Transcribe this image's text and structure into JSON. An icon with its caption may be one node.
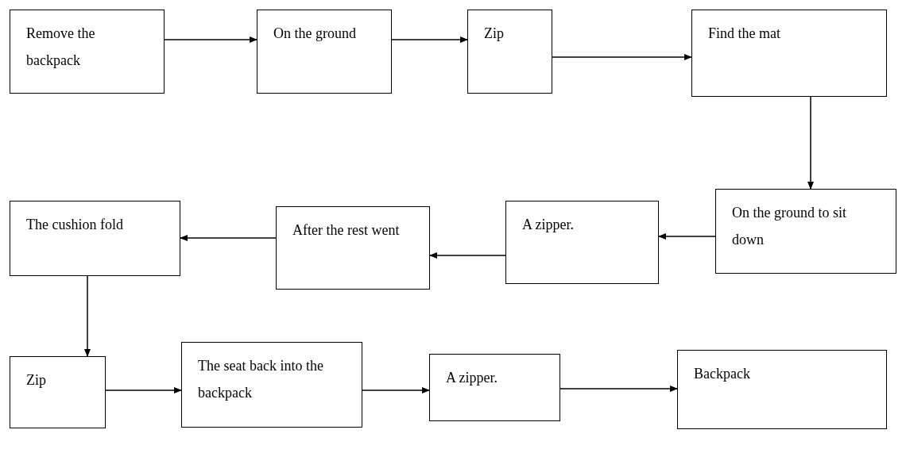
{
  "diagram": {
    "nodes": [
      {
        "text": [
          "Remove the backpack"
        ]
      },
      {
        "text": [
          "On the ground"
        ]
      },
      {
        "text": [
          "Zip"
        ]
      },
      {
        "text": [
          "Find the mat"
        ]
      },
      {
        "text": [
          "On the ground to sit down"
        ]
      },
      {
        "text": [
          "A zipper."
        ]
      },
      {
        "text": [
          "After the rest went"
        ]
      },
      {
        "text": [
          "The cushion fold"
        ]
      },
      {
        "text": [
          "Zip"
        ]
      },
      {
        "text": [
          "The seat back into the backpack"
        ]
      },
      {
        "text": [
          "A zipper."
        ]
      },
      {
        "text": [
          "Backpack"
        ]
      }
    ],
    "edges": [
      {
        "from": 0,
        "to": 1,
        "arrow": "to"
      },
      {
        "from": 1,
        "to": 2,
        "arrow": "to"
      },
      {
        "from": 2,
        "to": 3,
        "arrow": "to"
      },
      {
        "from": 3,
        "to": 4,
        "arrow": "to"
      },
      {
        "from": 4,
        "to": 5,
        "arrow": "to"
      },
      {
        "from": 5,
        "to": 6,
        "arrow": "to"
      },
      {
        "from": 6,
        "to": 7,
        "arrow": "to"
      },
      {
        "from": 7,
        "to": 8,
        "arrow": "to"
      },
      {
        "from": 8,
        "to": 9,
        "arrow": "to"
      },
      {
        "from": 9,
        "to": 10,
        "arrow": "to"
      },
      {
        "from": 10,
        "to": 11,
        "arrow": "to"
      }
    ]
  }
}
